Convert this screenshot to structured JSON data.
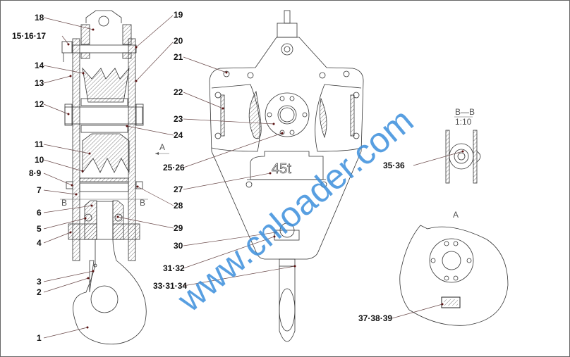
{
  "drawing": {
    "capacity_plate": "45t",
    "watermark": "www.cnloader.com",
    "section_label": "B—B",
    "section_scale": "1:10",
    "view_a_label": "A",
    "view_a_arrow_label": "A",
    "section_marker_left": "B",
    "section_marker_right": "B"
  },
  "callouts": {
    "c1": "1",
    "c2": "2",
    "c3": "3",
    "c4": "4",
    "c5": "5",
    "c6": "6",
    "c7": "7",
    "c8_9": "8·9",
    "c10": "10",
    "c11": "11",
    "c12": "12",
    "c13": "13",
    "c14": "14",
    "c15_16_17": "15·16·17",
    "c18": "18",
    "c19": "19",
    "c20": "20",
    "c21": "21",
    "c22": "22",
    "c23": "23",
    "c24": "24",
    "c25_26": "25·26",
    "c27": "27",
    "c28": "28",
    "c29": "29",
    "c30": "30",
    "c31_32": "31·32",
    "c33_31_34": "33·31·34",
    "c35_36": "35·36",
    "c37_38_39": "37·38·39"
  },
  "colors": {
    "watermark": "#3c8fdc",
    "leader": "#6a4a4a",
    "line": "#333333"
  }
}
